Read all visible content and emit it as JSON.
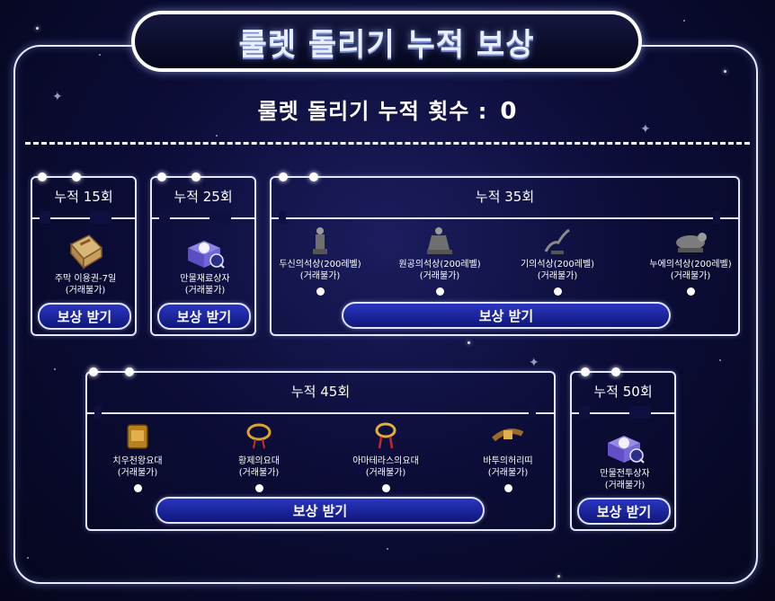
{
  "title": "룰렛 돌리기 누적 보상",
  "counter": {
    "label": "룰렛 돌리기 누적 횟수  :",
    "value": "0"
  },
  "tiers": {
    "t15": {
      "label": "누적 15회",
      "items": [
        {
          "name": "주막 이용권-7일",
          "note": "(거래불가)"
        }
      ],
      "button": "보상 받기"
    },
    "t25": {
      "label": "누적 25회",
      "items": [
        {
          "name": "만물재료상자",
          "note": "(거래불가)"
        }
      ],
      "button": "보상 받기"
    },
    "t35": {
      "label": "누적 35회",
      "items": [
        {
          "name": "두신의석상(200레벨)",
          "note": "(거래불가)"
        },
        {
          "name": "원공의석상(200레벨)",
          "note": "(거래불가)"
        },
        {
          "name": "기의석상(200레벨)",
          "note": "(거래불가)"
        },
        {
          "name": "누에의석상(200레벨)",
          "note": "(거래불가)"
        }
      ],
      "button": "보상 받기"
    },
    "t45": {
      "label": "누적 45회",
      "items": [
        {
          "name": "치우천왕요대",
          "note": "(거래불가)"
        },
        {
          "name": "황제의요대",
          "note": "(거래불가)"
        },
        {
          "name": "아마테라스의요대",
          "note": "(거래불가)"
        },
        {
          "name": "바투의허리띠",
          "note": "(거래불가)"
        }
      ],
      "button": "보상 받기"
    },
    "t50": {
      "label": "누적 50회",
      "items": [
        {
          "name": "만물전투상자",
          "note": "(거래불가)"
        }
      ],
      "button": "보상 받기"
    }
  },
  "colors": {
    "button": "#1a22a0",
    "frame": "#e9ecff",
    "background": "#0c0d38"
  }
}
